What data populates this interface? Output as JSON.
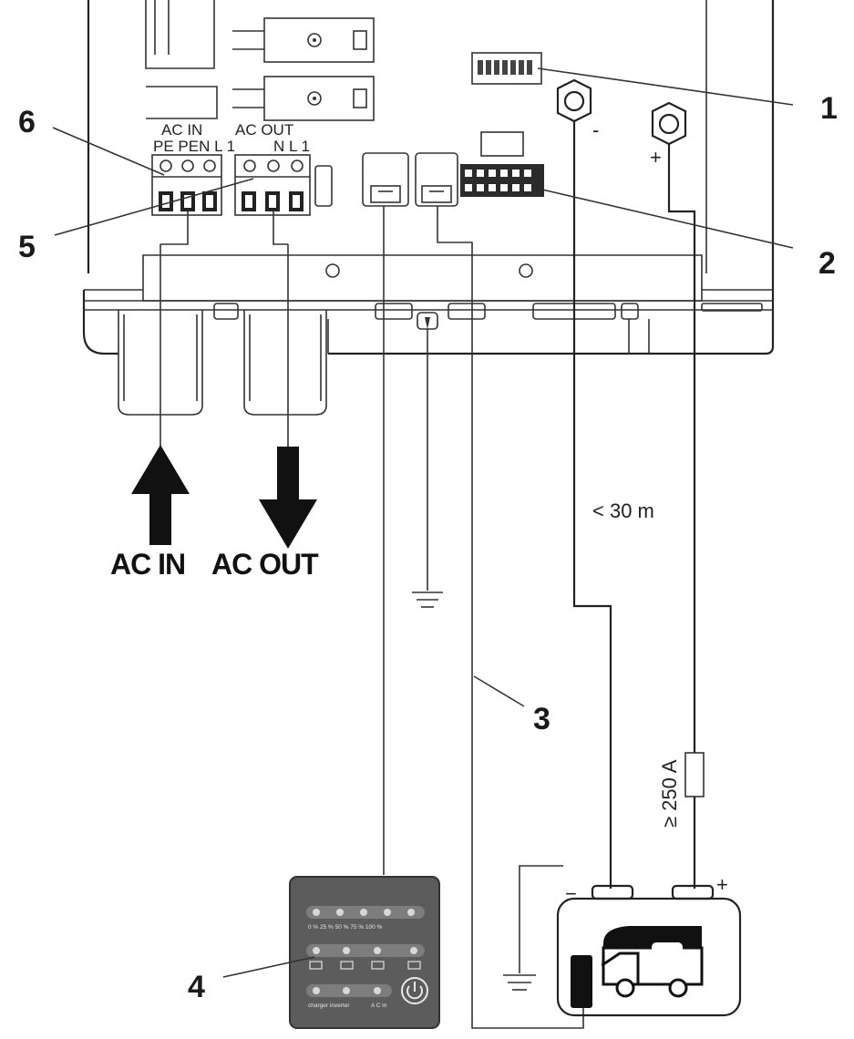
{
  "callouts": {
    "c1": "1",
    "c2": "2",
    "c3": "3",
    "c4": "4",
    "c5": "5",
    "c6": "6"
  },
  "terminals": {
    "ac_in_title": "AC IN",
    "ac_in_pins": "PE PEN  L  1",
    "ac_out_title": "AC OUT",
    "ac_out_pins": "N  L  1"
  },
  "polarity": {
    "minus": "-",
    "plus": "+",
    "battery_minus": "−",
    "battery_plus": "+"
  },
  "arrows": {
    "ac_in_label": "AC IN",
    "ac_out_label": "AC OUT"
  },
  "cable": {
    "length": "< 30 m",
    "fuse": "≥ 250 A"
  },
  "remote_panel": {
    "levels": "0 %  25 %  50 %  75 %  100 %",
    "bottom_left": "charger  inverter",
    "bottom_right": "A C in"
  }
}
